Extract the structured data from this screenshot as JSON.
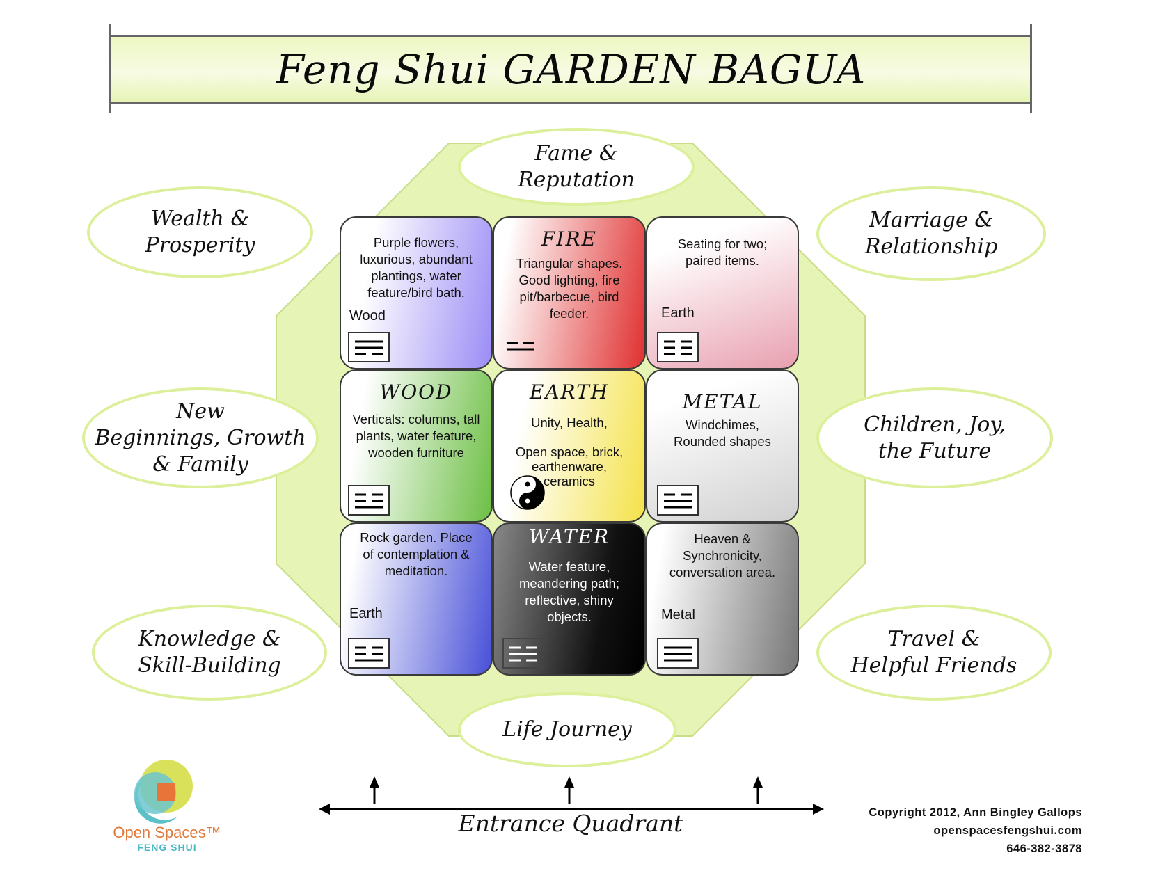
{
  "title": "Feng Shui GARDEN BAGUA",
  "areas": {
    "fame": "Fame &\nReputation",
    "wealth": "Wealth &\nProsperity",
    "marriage": "Marriage &\nRelationship",
    "family": "New\nBeginnings, Growth\n& Family",
    "children": "Children, Joy,\nthe Future",
    "knowledge": "Knowledge &\nSkill-Building",
    "travel": "Travel &\nHelpful Friends",
    "career": "Life Journey"
  },
  "cells": {
    "nw": {
      "title": "",
      "desc": "Purple flowers,\nluxurious, abundant\nplantings, water\nfeature/bird bath.",
      "element": "Wood",
      "trigram": [
        1,
        1,
        0
      ],
      "color": "#9b8cf5"
    },
    "n": {
      "title": "FIRE",
      "desc": "Triangular shapes.\nGood lighting, fire\npit/barbecue, bird\nfeeder.",
      "element": "",
      "trigram": [
        0,
        1
      ],
      "color": "#e03030"
    },
    "ne": {
      "title": "",
      "desc": "Seating for two;\npaired items.",
      "element": "Earth",
      "trigram": [
        0,
        0,
        0
      ],
      "color": "#e8a0b0"
    },
    "w": {
      "title": "WOOD",
      "desc": "Verticals: columns, tall\nplants, water feature,\nwooden furniture",
      "element": "",
      "trigram": [
        0,
        0,
        1
      ],
      "color": "#6dbf45"
    },
    "c": {
      "title": "EARTH",
      "desc": "Unity, Health,\n\nOpen space, brick,\nearthenware,\nceramics",
      "element": "",
      "trigram": [],
      "color": "#f4e24a"
    },
    "e": {
      "title": "METAL",
      "desc": "Windchimes,\nRounded shapes",
      "element": "",
      "trigram": [
        0,
        1,
        1
      ],
      "color": "#d0d0d0"
    },
    "sw": {
      "title": "",
      "desc": "Rock garden. Place\nof contemplation &\nmeditation.",
      "element": "Earth",
      "trigram": [
        0,
        0,
        1
      ],
      "color": "#4850d8"
    },
    "s": {
      "title": "WATER",
      "desc": "Water feature,\nmeandering path;\nreflective, shiny\nobjects.",
      "element": "",
      "trigram": [
        0,
        1,
        0
      ],
      "color": "#000000"
    },
    "se": {
      "title": "",
      "desc": "Heaven &\nSynchronicity,\nconversation area.",
      "element": "Metal",
      "trigram": [
        1,
        1,
        1
      ],
      "color": "#777777"
    }
  },
  "entrance": {
    "label": "Entrance Quadrant"
  },
  "logo": {
    "name": "Open Spaces™",
    "sub": "FENG SHUI"
  },
  "copyright": {
    "line1": "Copyright 2012, Ann Bingley Gallops",
    "line2": "openspacesfengshui.com",
    "line3": "646-382-3878"
  },
  "colors": {
    "octagon": "#e6f4b5",
    "oval_border": "#dcef9a",
    "title_band": "#ecf7c2"
  }
}
